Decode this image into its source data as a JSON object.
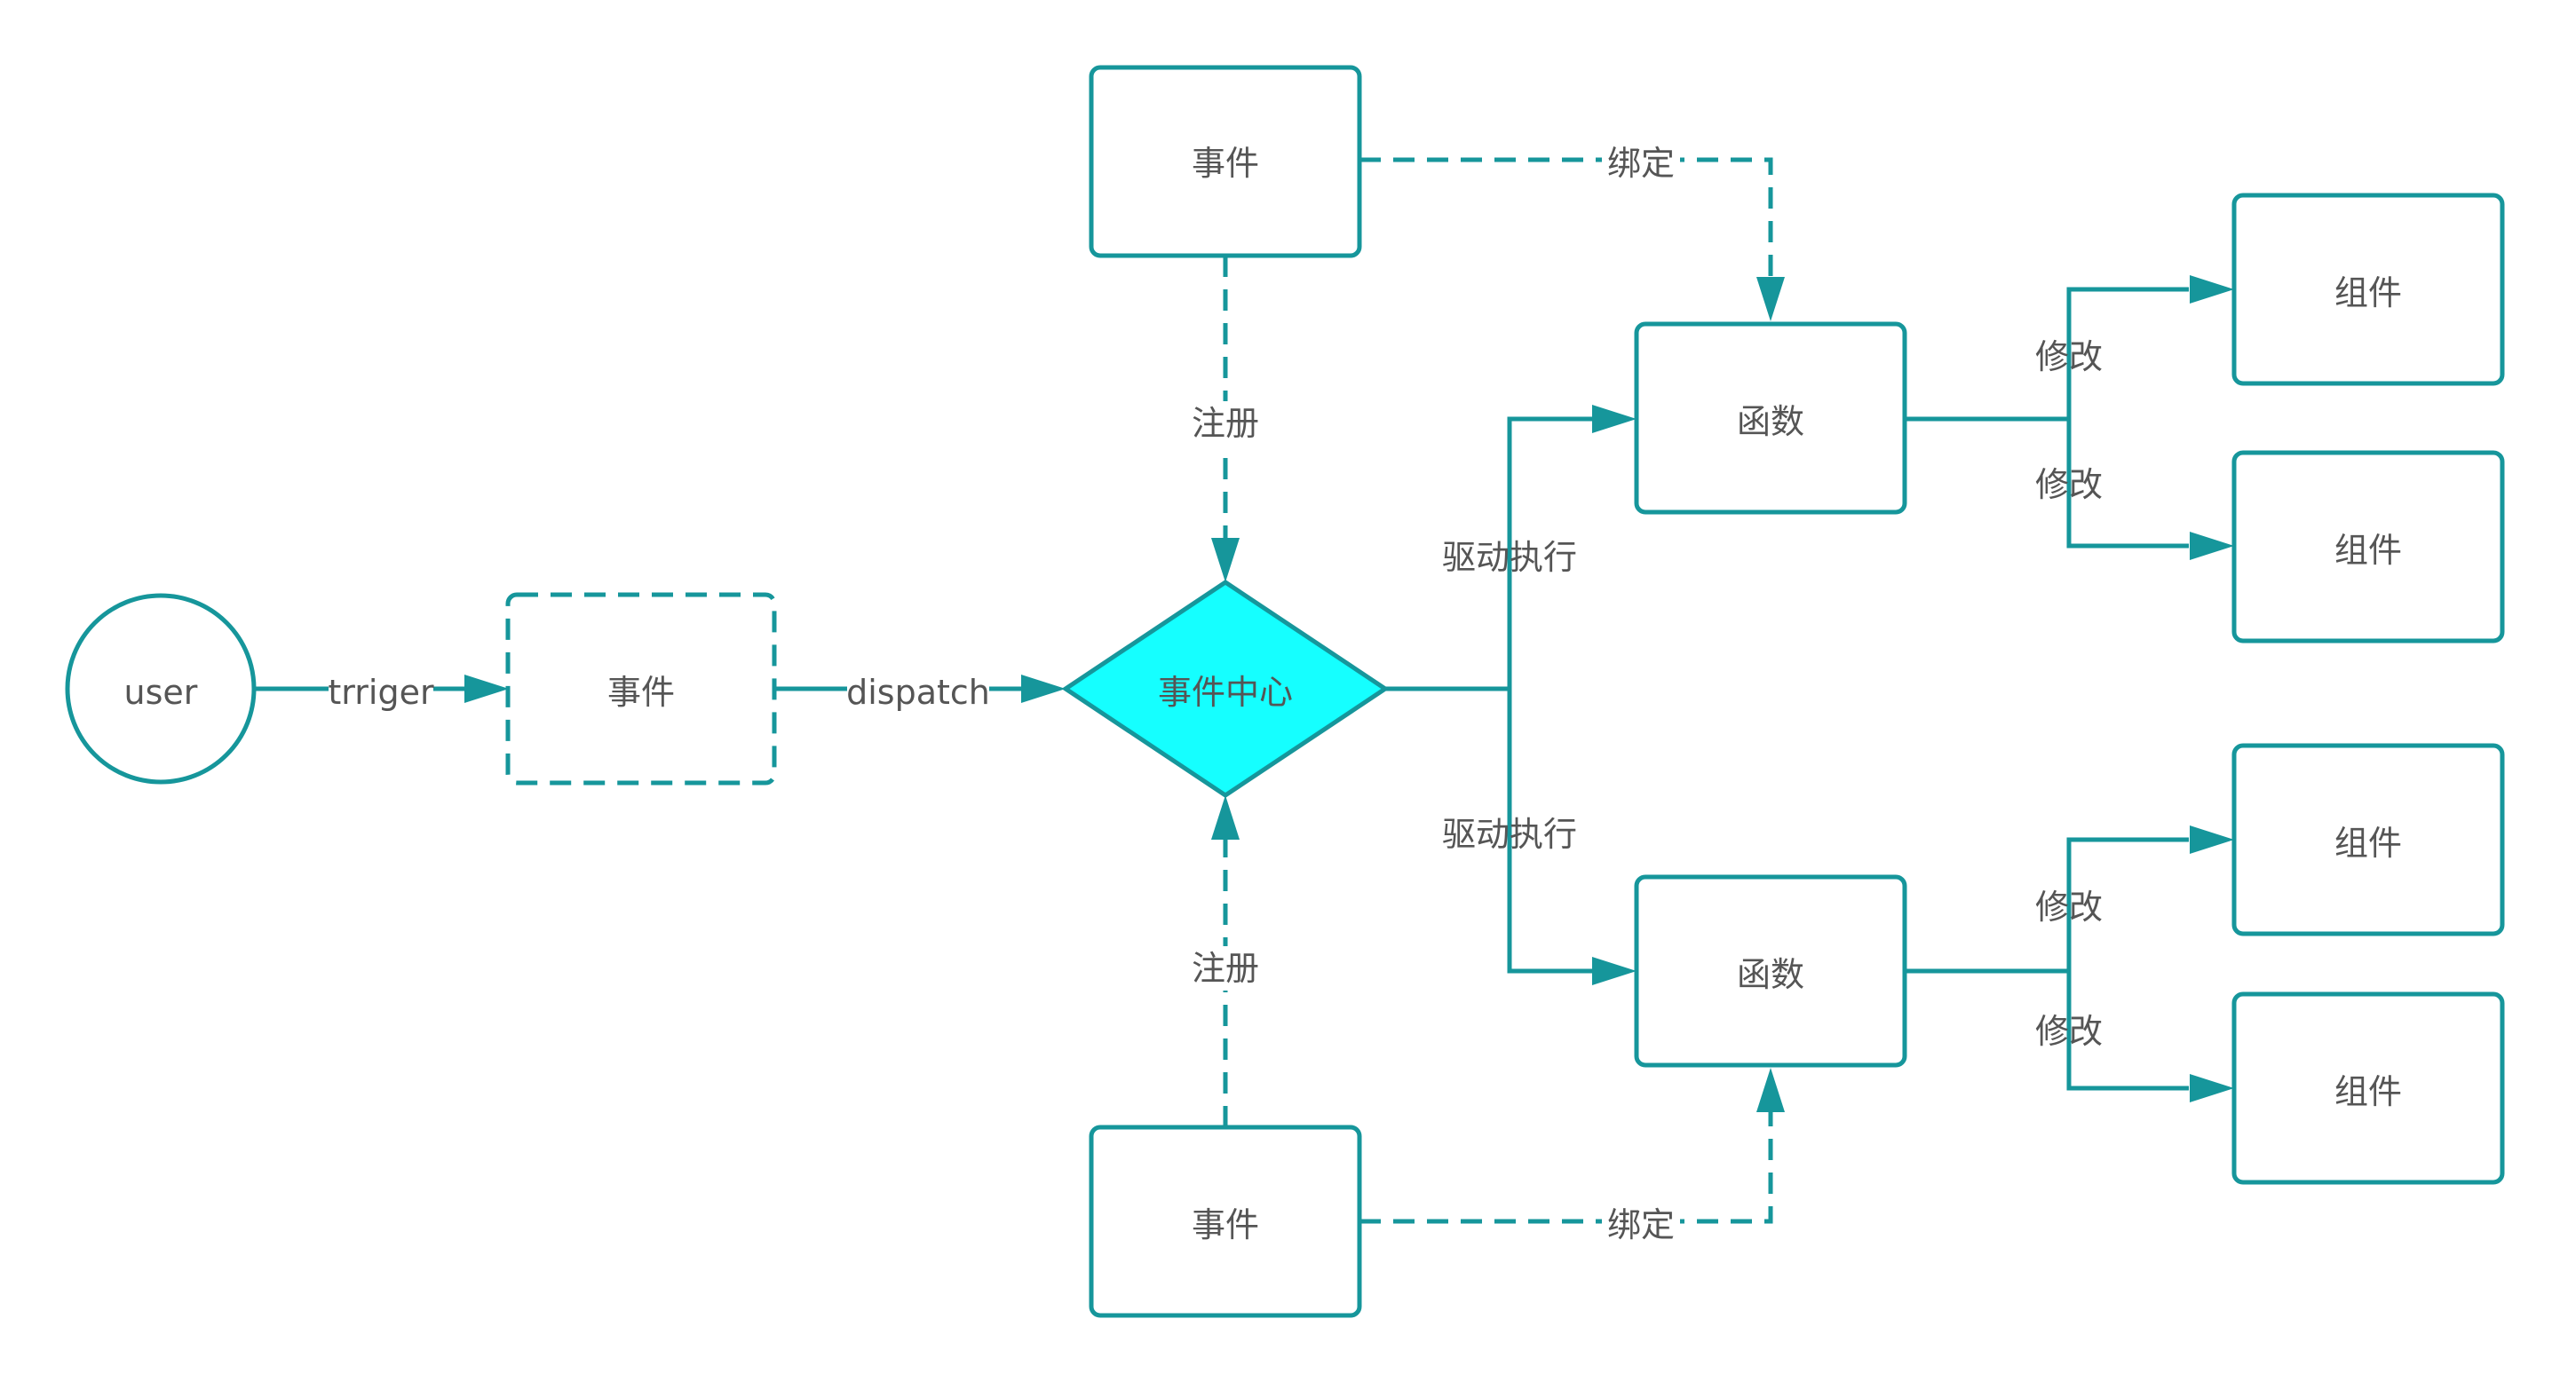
{
  "colors": {
    "stroke": "#16969b",
    "center_fill": "#15ffff",
    "node_fill": "#ffffff",
    "text": "#555555"
  },
  "nodes": {
    "user": "user",
    "event_input": "事件",
    "event_center": "事件中心",
    "event_top": "事件",
    "event_bottom": "事件",
    "func_top": "函数",
    "func_bottom": "函数",
    "comp_1": "组件",
    "comp_2": "组件",
    "comp_3": "组件",
    "comp_4": "组件"
  },
  "edges": {
    "trigger": "trriger",
    "dispatch": "dispatch",
    "register_top": "注册",
    "register_bottom": "注册",
    "bind_top": "绑定",
    "bind_bottom": "绑定",
    "drive_top": "驱动执行",
    "drive_bottom": "驱动执行",
    "modify_1": "修改",
    "modify_2": "修改",
    "modify_3": "修改",
    "modify_4": "修改"
  }
}
